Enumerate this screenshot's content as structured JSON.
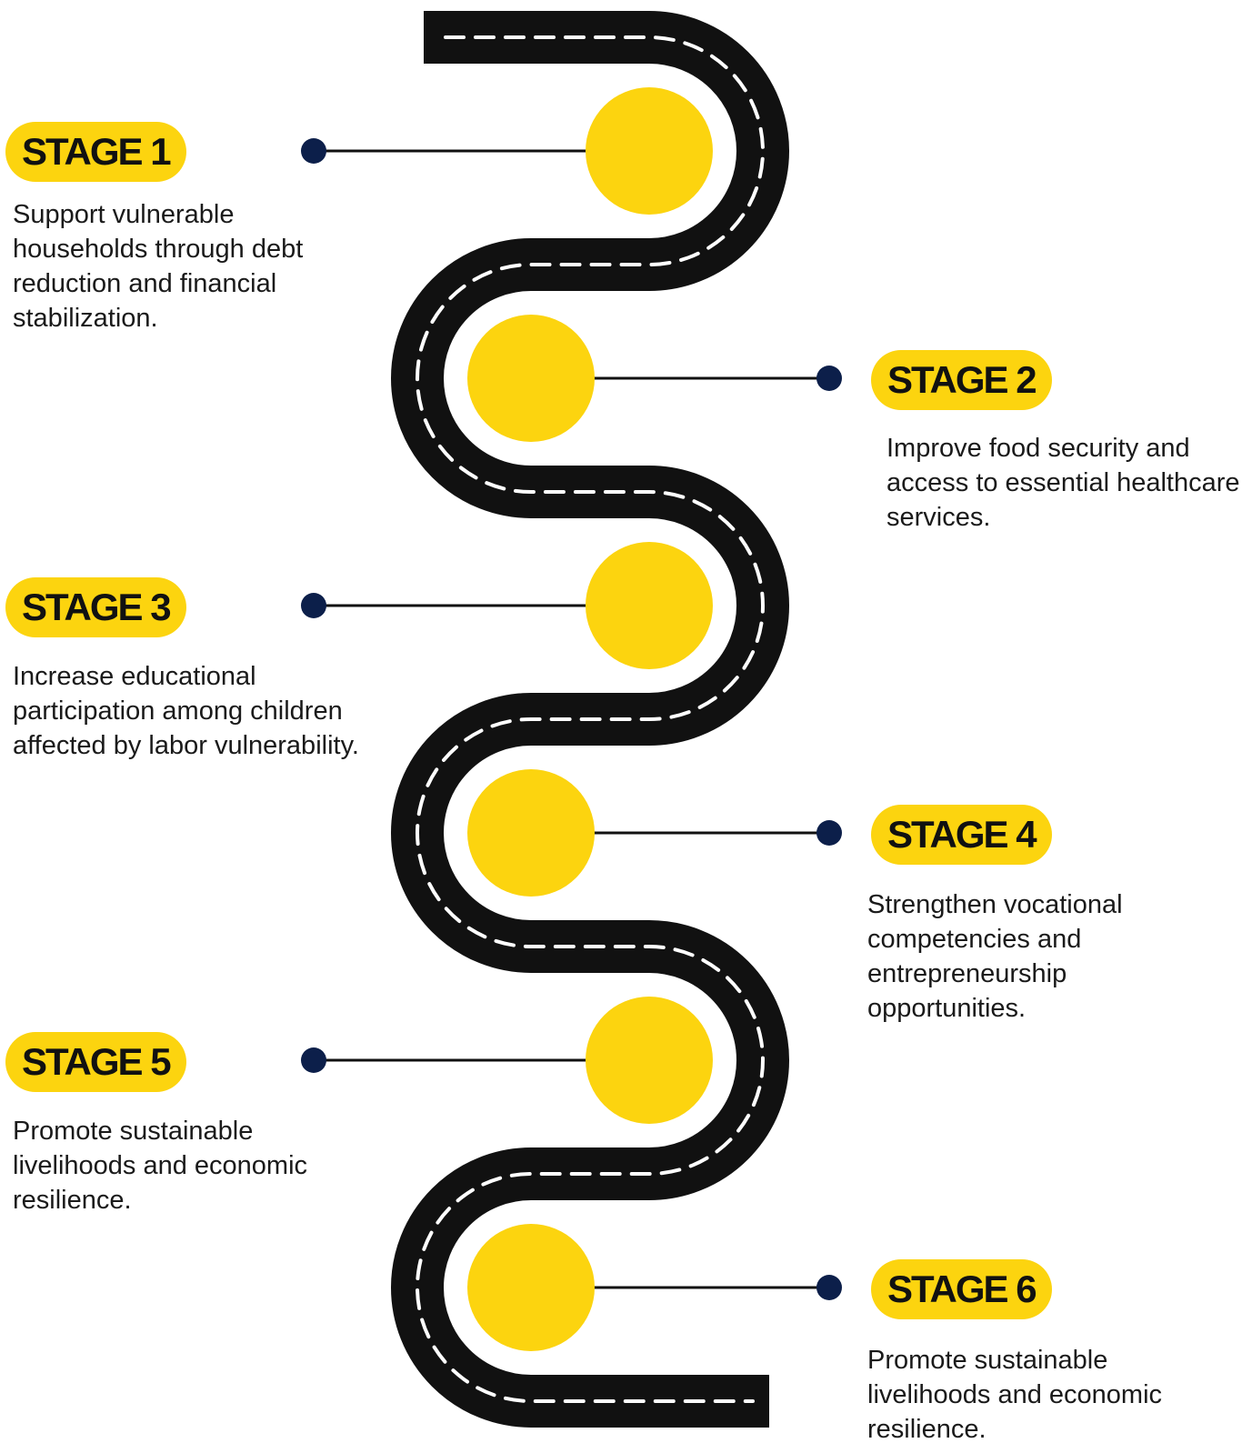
{
  "colors": {
    "road": "#111111",
    "lane_marking": "#ffffff",
    "circle": "#FCD40F",
    "connector_line": "#111111",
    "dot": "#0C1F4A",
    "badge": "#FCD40F",
    "text": "#1a1a1a"
  },
  "stages": [
    {
      "label": "STAGE 1",
      "text": "Support vulnerable households through debt reduction and financial stabilization."
    },
    {
      "label": "STAGE 2",
      "text": "Improve food security and access to essential healthcare services."
    },
    {
      "label": "STAGE 3",
      "text": "Increase educational participation among children affected by labor vulnerability."
    },
    {
      "label": "STAGE 4",
      "text": "Strengthen vocational competencies and entrepreneurship opportunities."
    },
    {
      "label": "STAGE 5",
      "text": "Promote sustainable livelihoods and economic resilience."
    },
    {
      "label": "STAGE 6",
      "text": "Promote sustainable livelihoods and economic resilience."
    }
  ]
}
